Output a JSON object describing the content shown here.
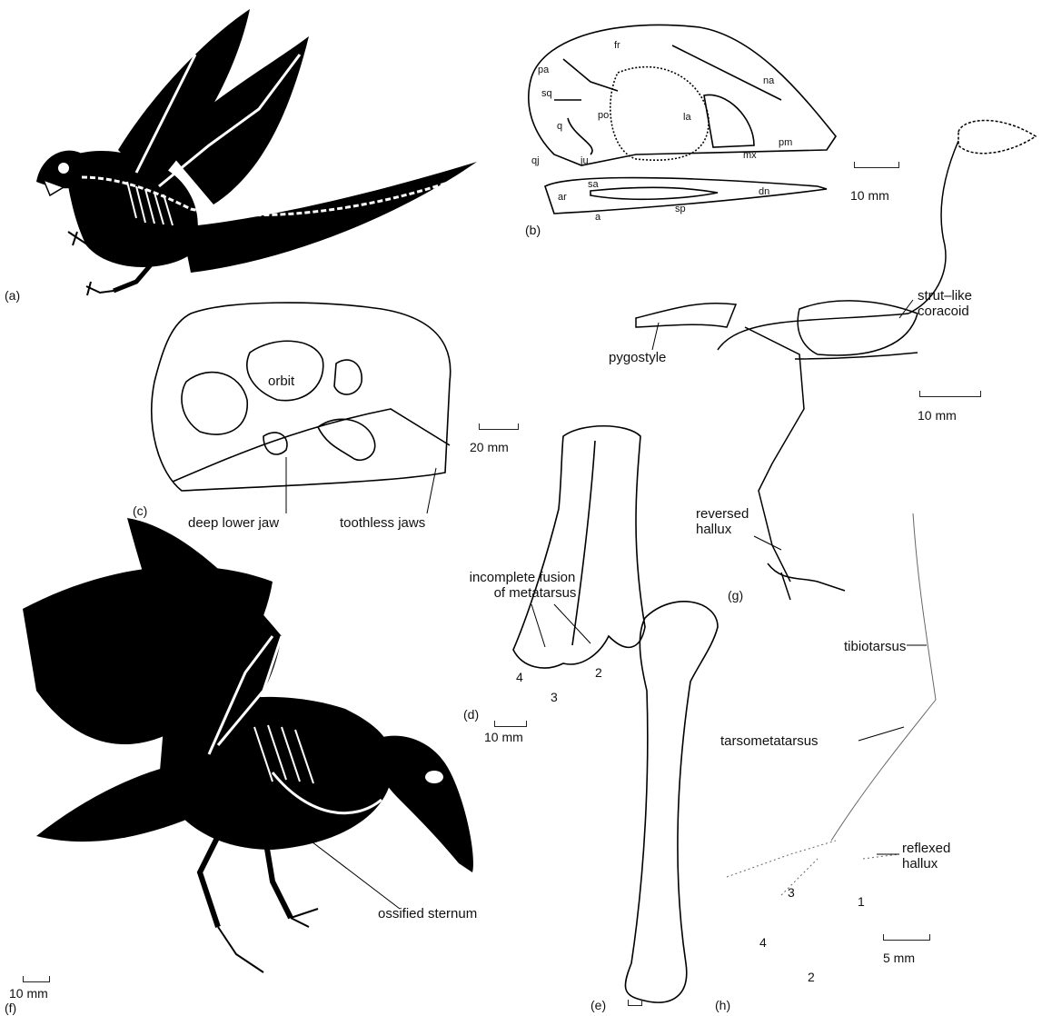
{
  "panels": {
    "a": "(a)",
    "b": "(b)",
    "c": "(c)",
    "d": "(d)",
    "e": "(e)",
    "f": "(f)",
    "g": "(g)",
    "h": "(h)"
  },
  "skull_labels": {
    "fr": "fr",
    "pa": "pa",
    "sq": "sq",
    "po": "po",
    "q": "q",
    "qj": "qj",
    "ju": "ju",
    "la": "la",
    "na": "na",
    "pm": "pm",
    "mx": "mx",
    "ar": "ar",
    "sa": "sa",
    "a": "a",
    "sp": "sp",
    "dn": "dn"
  },
  "scales": {
    "b": "10 mm",
    "c": "20 mm",
    "d": "10 mm",
    "f": "10 mm",
    "g": "10 mm",
    "h": "5 mm"
  },
  "annotations": {
    "orbit": "orbit",
    "deep_lower_jaw": "deep lower jaw",
    "toothless_jaws": "toothless jaws",
    "fusion_line1": "incomplete fusion",
    "fusion_line2": "of metatarsus",
    "pygostyle": "pygostyle",
    "coracoid_line1": "strut–like",
    "coracoid_line2": "coracoid",
    "reversed_line1": "reversed",
    "reversed_line2": "hallux",
    "tibiotarsus": "tibiotarsus",
    "tarsometatarsus": "tarsometatarsus",
    "reflexed_line1": "reflexed",
    "reflexed_line2": "hallux",
    "ossified_sternum": "ossified sternum"
  },
  "digits": {
    "d4": "4",
    "d3": "3",
    "d2": "2",
    "h3": "3",
    "h1": "1",
    "h4": "4",
    "h2": "2"
  }
}
